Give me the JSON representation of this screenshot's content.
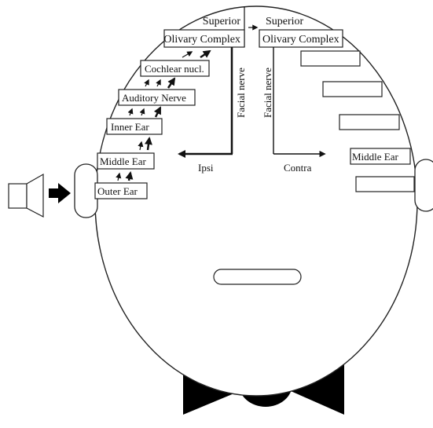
{
  "labels": {
    "soc_left_line1": "Superior",
    "soc_left_line2": "Olivary Complex",
    "soc_right_line1": "Superior",
    "soc_right_line2": "Olivary Complex",
    "cochlear": "Cochlear nucl.",
    "auditory_nerve": "Auditory Nerve",
    "inner_ear": "Inner Ear",
    "middle_ear_left": "Middle Ear",
    "outer_ear": "Outer Ear",
    "middle_ear_right": "Middle Ear",
    "facial_nerve_left": "Facial nerve",
    "facial_nerve_right": "Facial nerve",
    "ipsi": "Ipsi",
    "contra": "Contra"
  }
}
